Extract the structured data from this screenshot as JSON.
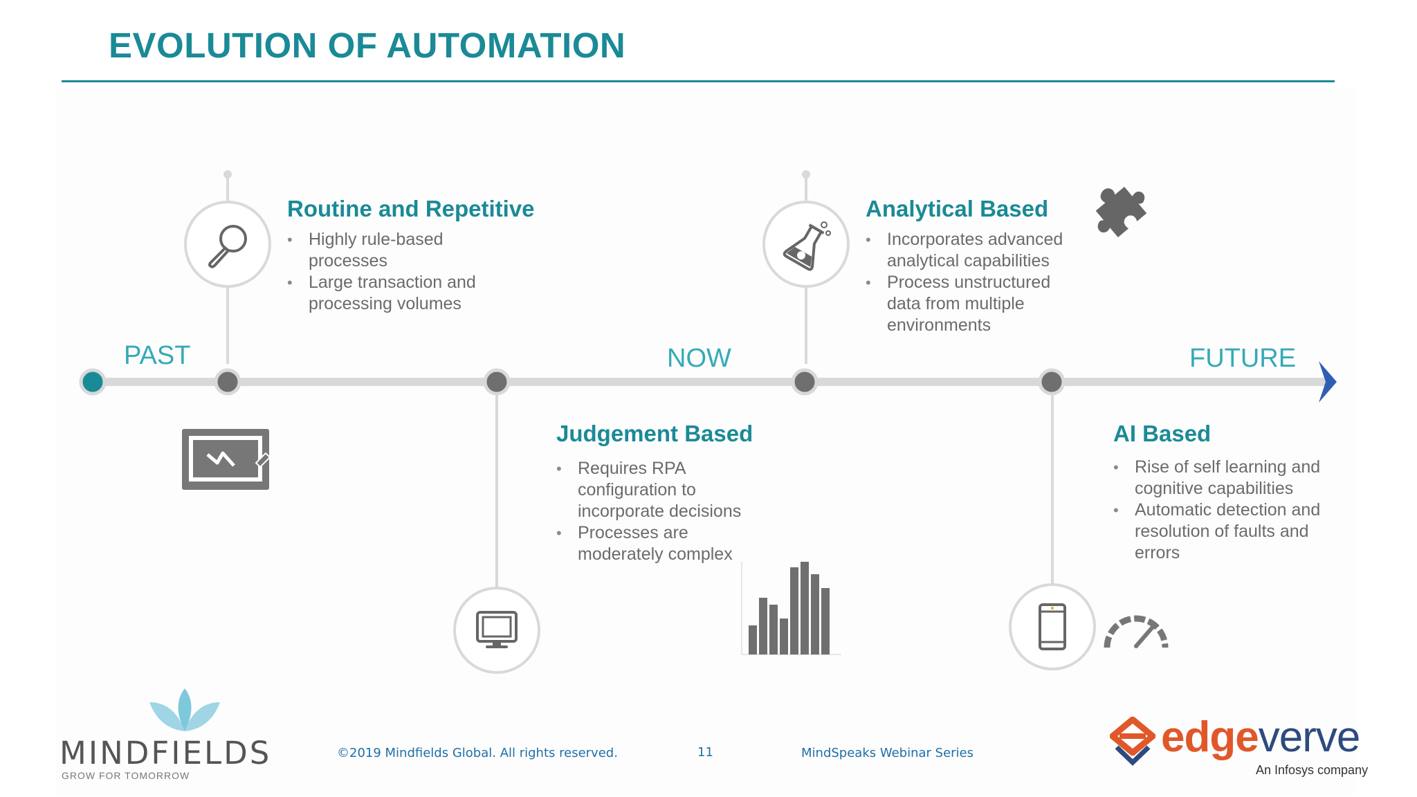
{
  "slide": {
    "title": "EVOLUTION OF AUTOMATION",
    "accent_color": "#1a8a96",
    "timeline": {
      "past": "PAST",
      "now": "NOW",
      "future": "FUTURE"
    },
    "stages": [
      {
        "heading": "Routine and Repetitive",
        "icon": "magnifier-icon",
        "bullets": [
          "Highly rule-based processes",
          "Large transaction and processing volumes"
        ]
      },
      {
        "heading": "Judgement Based",
        "icon": "monitor-icon",
        "bullets": [
          "Requires RPA configuration to incorporate decisions",
          "Processes are moderately complex"
        ]
      },
      {
        "heading": "Analytical Based",
        "icon": "flask-icon",
        "bullets": [
          "Incorporates advanced analytical capabilities",
          "Process unstructured data from multiple environments"
        ]
      },
      {
        "heading": "AI Based",
        "icon": "tablet-icon",
        "bullets": [
          "Rise of self learning and cognitive capabilities",
          "Automatic detection and resolution of faults and errors"
        ]
      }
    ]
  },
  "footer": {
    "copyright": "©2019 Mindfields Global. All rights reserved.",
    "page_number": "11",
    "series": "MindSpeaks Webinar Series",
    "brand_left": "MINDFIELDS",
    "brand_left_tagline": "GROW FOR TOMORROW",
    "brand_right_a": "edge",
    "brand_right_b": "verve",
    "brand_right_tagline": "An Infosys company"
  }
}
